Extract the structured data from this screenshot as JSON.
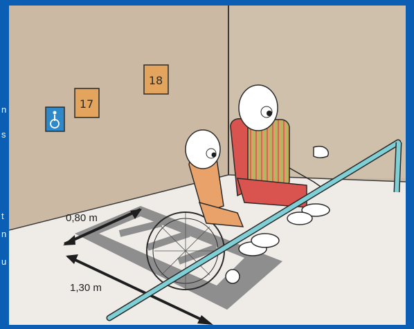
{
  "edge_text": [
    "n",
    "s",
    "t",
    "n",
    "u"
  ],
  "scene": {
    "signs": [
      {
        "kind": "wheelchair-symbol",
        "label": ""
      },
      {
        "kind": "number",
        "label": "17"
      },
      {
        "kind": "number",
        "label": "18"
      }
    ],
    "dimensions": [
      {
        "label": "0,80 m"
      },
      {
        "label": "1,30 m"
      }
    ]
  },
  "colors": {
    "frame": "#0a5fb5",
    "wall": "#c9b8a3",
    "floor": "#efece8",
    "marking": "#8e8e8e",
    "rail": "#7fd0d6",
    "chair": "#d9534f",
    "sign": "#e3a55d",
    "accessibility_sign": "#2f89c8"
  }
}
